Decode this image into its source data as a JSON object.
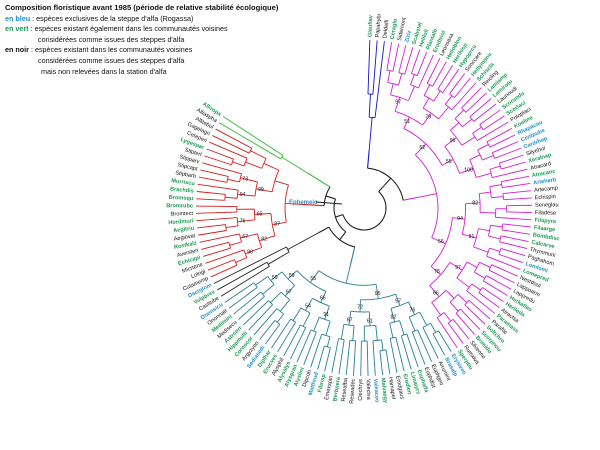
{
  "legend": {
    "title": "Composition floristique avant 1985 (période de relative stabilité écologique)",
    "blue_key": "en bleu",
    "blue_text": ": espèces exclusives de la steppe d'alfa (Rogassa)",
    "green_key": "en vert",
    "green_text_1": ": espèces existant également dans les communautés voisines",
    "green_text_2": "considérées comme issues des steppes d'alfa",
    "black_key": "en noir",
    "black_text_1": ": espèces existant dans les communautés voisines",
    "black_text_2": "considérées comme issues des steppes d'alfa",
    "black_text_3": "mais non relevées dans la station d'alfa"
  },
  "colors": {
    "blue_label": "#1f8fc8",
    "green_label": "#1c9a55",
    "black_label": "#111111",
    "clade_blue": "#1414c8",
    "clade_magenta": "#d21fd2",
    "clade_teal": "#2a7f95",
    "clade_red": "#d81c1c",
    "clade_green": "#33bb33",
    "clade_black": "#222222"
  },
  "tree": {
    "root_label": "Ephemejo",
    "groups": [
      {
        "color": "#1414c8",
        "leaves": [
          {
            "name": "Glaufiav",
            "color": "#1c9a55"
          },
          {
            "name": "Papahybr",
            "color": "#111111"
          },
          {
            "name": "Deldelfi",
            "color": "#111111"
          }
        ]
      },
      {
        "color": "#d21fd2",
        "leaves": [
          {
            "name": "Ceraglo",
            "color": "#1c9a55"
          },
          {
            "name": "Sidemont",
            "color": "#111111"
          },
          {
            "name": "Ziziz",
            "color": "#1f8fc8"
          },
          {
            "name": "Scabstel",
            "color": "#1c9a55"
          },
          {
            "name": "Heliloli",
            "color": "#1c9a55"
          },
          {
            "name": "Plantalb",
            "color": "#1c9a55"
          },
          {
            "name": "Erodtriol",
            "color": "#1c9a55"
          },
          {
            "name": "Leonsaxa",
            "color": "#111111"
          },
          {
            "name": "Helioblon",
            "color": "#1c9a55"
          },
          {
            "name": "Herihisp",
            "color": "#1c9a55"
          },
          {
            "name": "Hypoprcu",
            "color": "#1c9a55"
          },
          {
            "name": "Sonccare",
            "color": "#111111"
          },
          {
            "name": "Hedymonu",
            "color": "#1c9a55"
          },
          {
            "name": "Schiscla",
            "color": "#1c9a55"
          },
          {
            "name": "Reicling",
            "color": "#111111"
          },
          {
            "name": "Lamiamp",
            "color": "#1c9a55"
          },
          {
            "name": "Lamirotu",
            "color": "#1c9a55"
          },
          {
            "name": "Launnudi",
            "color": "#111111"
          },
          {
            "name": "Scorundu",
            "color": "#1c9a55"
          },
          {
            "name": "Scorlaci",
            "color": "#1c9a55"
          },
          {
            "name": "Poloplaci",
            "color": "#111111"
          },
          {
            "name": "Koeline",
            "color": "#1c9a55"
          },
          {
            "name": "Rhapacau",
            "color": "#1f8fc8"
          },
          {
            "name": "Centpube",
            "color": "#1f8fc8"
          },
          {
            "name": "Cardrhap",
            "color": "#1f8fc8"
          },
          {
            "name": "Silyebur",
            "color": "#111111"
          },
          {
            "name": "Xeralnap",
            "color": "#1c9a55"
          },
          {
            "name": "Atracard",
            "color": "#111111"
          },
          {
            "name": "Atracanc",
            "color": "#1c9a55"
          },
          {
            "name": "Arteherb",
            "color": "#1f8fc8"
          },
          {
            "name": "Artecamp",
            "color": "#111111"
          },
          {
            "name": "Echispin",
            "color": "#111111"
          },
          {
            "name": "Seneglau",
            "color": "#111111"
          },
          {
            "name": "Filadese",
            "color": "#111111"
          },
          {
            "name": "Filapyra",
            "color": "#1c9a55"
          },
          {
            "name": "Filaarge",
            "color": "#1c9a55"
          },
          {
            "name": "Bombdisc",
            "color": "#1c9a55"
          },
          {
            "name": "Calcarve",
            "color": "#1c9a55"
          },
          {
            "name": "Thymmuni",
            "color": "#111111"
          },
          {
            "name": "Paghahom",
            "color": "#111111"
          },
          {
            "name": "Lomlomi",
            "color": "#1f8fc8"
          },
          {
            "name": "Lomepred",
            "color": "#1c9a55"
          },
          {
            "name": "Nestdoul",
            "color": "#111111"
          },
          {
            "name": "Lappoarm",
            "color": "#111111"
          },
          {
            "name": "Lappredu",
            "color": "#111111"
          },
          {
            "name": "Herkatlas",
            "color": "#1c9a55"
          },
          {
            "name": "Herileda",
            "color": "#1c9a55"
          },
          {
            "name": "Atractsa",
            "color": "#111111"
          },
          {
            "name": "Paramass",
            "color": "#1c9a55"
          },
          {
            "name": "Paraftic",
            "color": "#111111"
          },
          {
            "name": "Soltchro",
            "color": "#1c9a55"
          },
          {
            "name": "Scorpnou",
            "color": "#1c9a55"
          },
          {
            "name": "Brimidu",
            "color": "#1c9a55"
          },
          {
            "name": "Silvenne",
            "color": "#111111"
          },
          {
            "name": "Rumxiva",
            "color": "#111111"
          },
          {
            "name": "Sperptiu",
            "color": "#1c9a55"
          }
        ]
      },
      {
        "color": "#2a7f95",
        "leaves": [
          {
            "name": "Erysiveo",
            "color": "#1f8fc8"
          },
          {
            "name": "Brasalp",
            "color": "#1f8fc8"
          },
          {
            "name": "Arrumint",
            "color": "#111111"
          },
          {
            "name": "Euphgeo",
            "color": "#111111"
          },
          {
            "name": "Euphdist",
            "color": "#111111"
          },
          {
            "name": "Euphalfa",
            "color": "#1c9a55"
          },
          {
            "name": "Limaiyrs",
            "color": "#1c9a55"
          },
          {
            "name": "Erodlen",
            "color": "#1c9a55"
          },
          {
            "name": "Erodgaus",
            "color": "#111111"
          },
          {
            "name": "Hamapel",
            "color": "#111111"
          },
          {
            "name": "Malvaegy",
            "color": "#1c9a55"
          },
          {
            "name": "Valeaceo",
            "color": "#1f8fc8"
          },
          {
            "name": "Valeclva",
            "color": "#111111"
          },
          {
            "name": "Clechrys",
            "color": "#111111"
          },
          {
            "name": "Reseadec",
            "color": "#111111"
          },
          {
            "name": "Resealba",
            "color": "#111111"
          },
          {
            "name": "Berbpera",
            "color": "#1c9a55"
          },
          {
            "name": "Emexspin",
            "color": "#111111"
          },
          {
            "name": "Fibrisp",
            "color": "#1c9a55"
          },
          {
            "name": "Matthrud",
            "color": "#1f8fc8"
          },
          {
            "name": "Dipcoh",
            "color": "#111111"
          },
          {
            "name": "Alyslini",
            "color": "#1c9a55"
          },
          {
            "name": "Alysgran",
            "color": "#1c9a55"
          },
          {
            "name": "Alysalys",
            "color": "#1c9a55"
          },
          {
            "name": "Alysphil",
            "color": "#111111"
          },
          {
            "name": "Erucves",
            "color": "#1c9a55"
          },
          {
            "name": "Diplhar",
            "color": "#1c9a55"
          },
          {
            "name": "Sediasedi",
            "color": "#1f8fc8"
          },
          {
            "name": "Argyzyon",
            "color": "#111111"
          },
          {
            "name": "Coroscor",
            "color": "#1c9a55"
          },
          {
            "name": "Hippmulti",
            "color": "#1c9a55"
          },
          {
            "name": "Astrcorr",
            "color": "#1c9a55"
          },
          {
            "name": "Medisecu",
            "color": "#111111"
          },
          {
            "name": "Medimini",
            "color": "#1c9a55"
          },
          {
            "name": "Ononnatr",
            "color": "#111111"
          },
          {
            "name": "Ononsicu",
            "color": "#1f8fc8"
          }
        ]
      },
      {
        "color": "#222222",
        "leaves": [
          {
            "name": "Casttube",
            "color": "#111111"
          },
          {
            "name": "Vulpbrev",
            "color": "#1c9a55"
          },
          {
            "name": "Dactglom",
            "color": "#1f8fc8"
          }
        ]
      },
      {
        "color": "#d81c1c",
        "leaves": [
          {
            "name": "Cutamemp",
            "color": "#111111"
          },
          {
            "name": "Lolrigi",
            "color": "#111111"
          },
          {
            "name": "Micrtene",
            "color": "#111111"
          },
          {
            "name": "Echicapi",
            "color": "#1c9a55"
          },
          {
            "name": "Aversteri",
            "color": "#111111"
          },
          {
            "name": "Rostkalz",
            "color": "#1c9a55"
          },
          {
            "name": "Aegiovat",
            "color": "#111111"
          },
          {
            "name": "Aegitriu",
            "color": "#1c9a55"
          },
          {
            "name": "Hordmuri",
            "color": "#1c9a55"
          },
          {
            "name": "Bromtect",
            "color": "#111111"
          },
          {
            "name": "Bromrube",
            "color": "#1c9a55"
          },
          {
            "name": "Bromsqu",
            "color": "#1c9a55"
          },
          {
            "name": "Brachdis",
            "color": "#1c9a55"
          },
          {
            "name": "Murriscu",
            "color": "#1c9a55"
          },
          {
            "name": "Stipbarb",
            "color": "#111111"
          },
          {
            "name": "Stipcapt",
            "color": "#111111"
          },
          {
            "name": "Stipparv",
            "color": "#111111"
          },
          {
            "name": "Stipterl",
            "color": "#111111"
          },
          {
            "name": "Lygespar",
            "color": "#1c9a55"
          },
          {
            "name": "Ceteperi",
            "color": "#111111"
          },
          {
            "name": "Gagelagn",
            "color": "#111111"
          },
          {
            "name": "Allitebul",
            "color": "#111111"
          }
        ]
      },
      {
        "color": "#33bb33",
        "leaves": [
          {
            "name": "Alliaspha",
            "color": "#111111"
          },
          {
            "name": "Alliropa",
            "color": "#1c9a55"
          }
        ]
      }
    ],
    "bootstrap_labels": [
      "97",
      "79",
      "51",
      "96",
      "100",
      "55",
      "62",
      "82",
      "81",
      "94",
      "97",
      "66",
      "78",
      "56",
      "76",
      "82",
      "57",
      "61",
      "67",
      "72",
      "95",
      "91",
      "54",
      "66",
      "97",
      "59",
      "59",
      "55",
      "90",
      "67",
      "82",
      "76",
      "65",
      "97",
      "94",
      "73",
      "99"
    ]
  }
}
